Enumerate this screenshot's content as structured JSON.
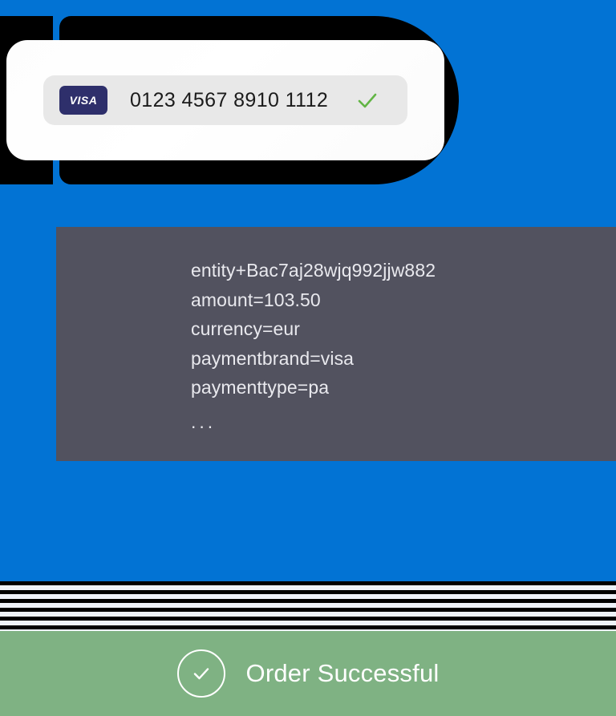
{
  "colors": {
    "background_blue": "#0273d4",
    "shadow_black": "#000000",
    "card_white": "#ffffff",
    "card_row_gray": "#e8e8e8",
    "visa_navy": "#2e2f6b",
    "code_slate": "#52525f",
    "success_green": "#7fb283",
    "check_green": "#62b545",
    "stripe_light": "#eef2f9"
  },
  "card": {
    "brand_badge_label": "VISA",
    "brand_badge_icon": "visa-logo-icon",
    "number": "0123 4567 8910 1112",
    "validated_icon": "green-checkmark-icon"
  },
  "code_block": {
    "lines": [
      "entity+Bac7aj28wjq992jjw882",
      "amount=103.50",
      "currency=eur",
      "paymentbrand=visa",
      "paymenttype=pa"
    ],
    "truncation": "..."
  },
  "footer": {
    "status_icon": "circle-check-icon",
    "status_label": "Order Successful"
  }
}
